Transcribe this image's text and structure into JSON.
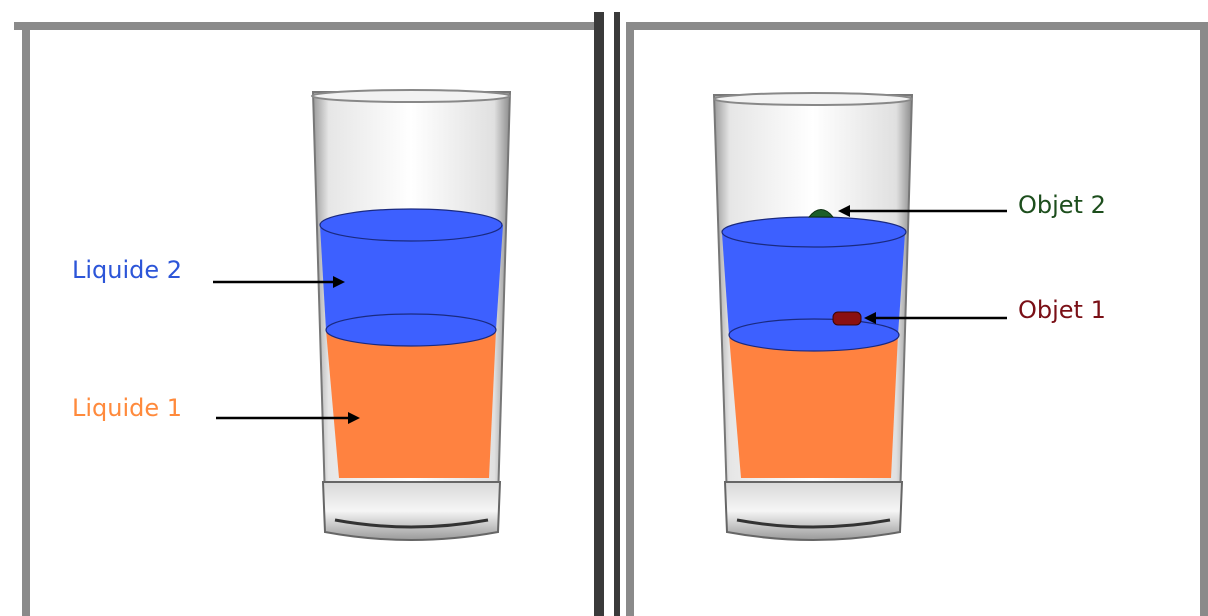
{
  "colors": {
    "liquide_1": "#ff8240",
    "liquide_2": "#3d60ff",
    "objet_1": "#8b1010",
    "objet_2": "#1d5f2a",
    "label_liquide_1": "#ff8a3c",
    "label_liquide_2": "#2c55d8",
    "label_objet_1": "#7a0f16",
    "label_objet_2": "#1d4e1d",
    "frame": "#8a8a8a"
  },
  "left_panel": {
    "labels": {
      "liquide_2": "Liquide 2",
      "liquide_1": "Liquide 1"
    }
  },
  "right_panel": {
    "labels": {
      "objet_2": "Objet 2",
      "objet_1": "Objet 1"
    }
  }
}
